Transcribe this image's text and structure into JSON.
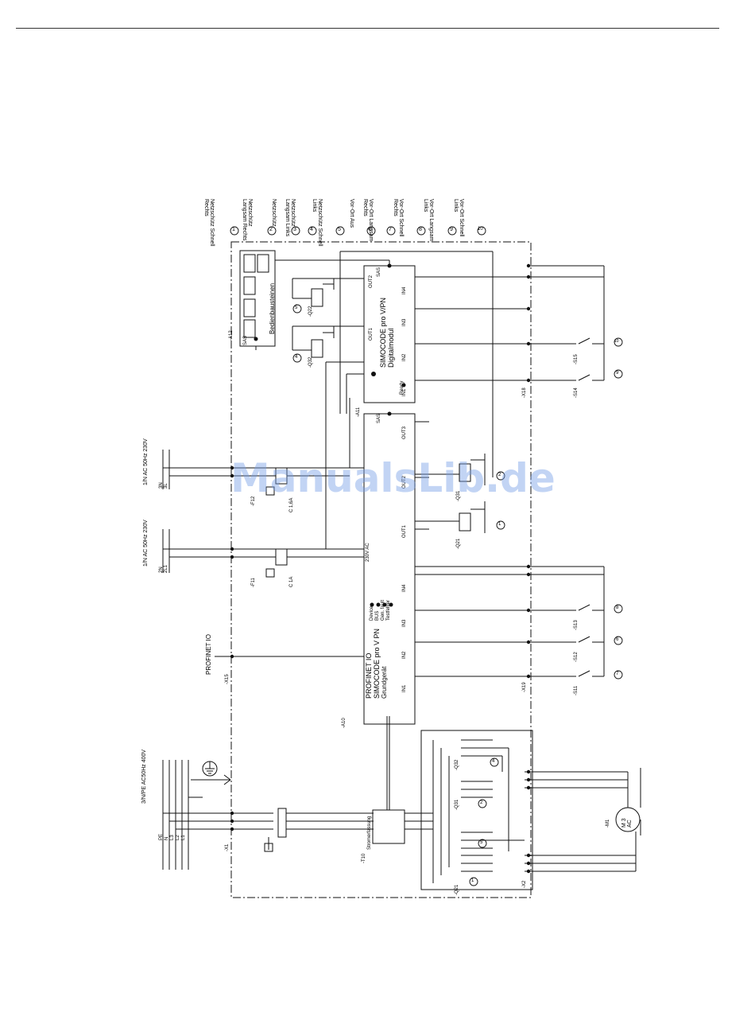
{
  "watermark": "ManualsLib.de",
  "supply": {
    "main": "3/N/PE AC50Hz 400V",
    "aux1": "1/N AC 50Hz 230V",
    "aux2": "1/N AC 50Hz 230V",
    "profinet": "PROFINET IO",
    "main_lines": [
      "L1",
      "L2",
      "L3",
      "N",
      "PE"
    ],
    "aux1_lines": [
      "2L1",
      "2N"
    ],
    "aux2_lines": [
      "3L",
      "3N"
    ]
  },
  "devices": {
    "frame": "-A10",
    "panel": "-A12",
    "panel_title": "Bedienbausteinen",
    "panel_sas": "SAS",
    "panel_buttons": [
      "",
      "",
      "",
      ""
    ],
    "basic_unit_line1": "PROFINET IO",
    "basic_unit_line2": "SIMOCODE pro V PN",
    "basic_unit_line3": "Grundgerät",
    "digital_module": "-A11",
    "digital_module_line1": "SIMOCODE pro V/PN",
    "digital_module_line2": "Digitalmodul",
    "leds": [
      "Device",
      "BUS",
      "Gen. fault",
      "Testfehler"
    ],
    "ready": "Ready",
    "current_transformer": "-T10",
    "ct_label": "Stromerfassung",
    "motor": "-M1",
    "motor_label": "M 3 AC",
    "fuse_f11": "-F11",
    "fuse_f11_rating": "C 1A",
    "fuse_f12": "-F12",
    "fuse_f12_rating": "C 1,6A",
    "terminal_x1": "-X1",
    "terminal_x2": "-X2",
    "terminal_x15": "-X15",
    "terminal_x19": "-X19",
    "terminal_x18": "-X18",
    "contactors": [
      "-Q21",
      "-Q22",
      "-Q31",
      "-Q32",
      "-Q21",
      "-Q31",
      "-Q32"
    ],
    "switches_lower": [
      "-S11",
      "-S12",
      "-S13"
    ],
    "switches_upper": [
      "-S14",
      "-S15"
    ]
  },
  "legend": [
    {
      "num": "1",
      "text": "Netzschütz Schnell Rechts"
    },
    {
      "num": "2",
      "text": "Netzschütz Langsam Rechts"
    },
    {
      "num": "3",
      "text": "Netzschütz"
    },
    {
      "num": "4",
      "text": "Netzschütz Langsam Links"
    },
    {
      "num": "5",
      "text": "Netzschütz Schnell Links"
    },
    {
      "num": "6",
      "text": "Vor-Ort Aus"
    },
    {
      "num": "7",
      "text": "Vor-Ort Langsam Rechts"
    },
    {
      "num": "8",
      "text": "Vor-Ort Schnell Rechts"
    },
    {
      "num": "9",
      "text": "Vor-Ort Langsam Links"
    },
    {
      "num": "10",
      "text": "Vor-Ort Schnell Links"
    }
  ],
  "io": {
    "inputs_basic": [
      "IN1",
      "IN2",
      "IN3",
      "IN4"
    ],
    "inputs_dm": [
      "IN1",
      "IN2",
      "IN3",
      "IN4"
    ],
    "outputs_basic": [
      "OUT1",
      "OUT2",
      "OUT3"
    ],
    "outputs_dm": [
      "OUT1",
      "OUT2"
    ],
    "supply_basic": "230V AC",
    "sas": "SAS"
  }
}
